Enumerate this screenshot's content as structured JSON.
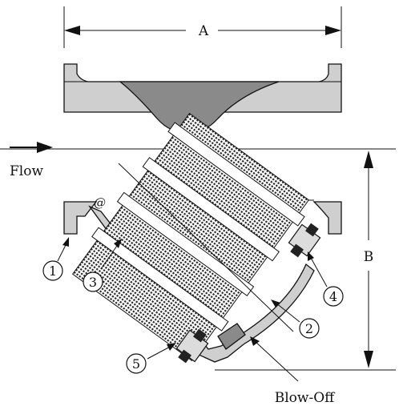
{
  "dimensions": {
    "a_label": "A",
    "b_label": "B"
  },
  "labels": {
    "flow": "Flow",
    "blow_off": "Blow-Off",
    "side_at_1": "@",
    "side_at_2": "@",
    "side_dash": "-"
  },
  "callouts": [
    "1",
    "2",
    "3",
    "4",
    "5"
  ],
  "colors": {
    "body": "#cfcfcf",
    "dark": "#8a8a8a",
    "line": "#111111"
  }
}
